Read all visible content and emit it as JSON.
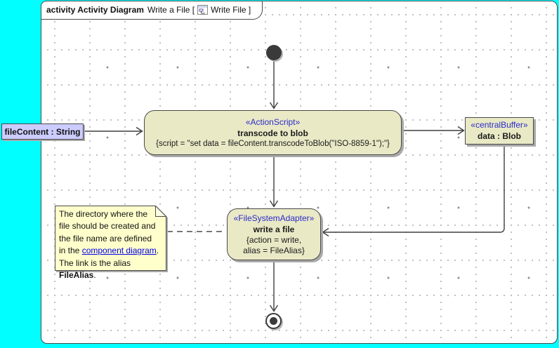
{
  "colors": {
    "canvas-bg": "#00ffff",
    "node-fill": "#e9e9c6",
    "node-border": "#4a4a4a",
    "note-fill": "#ffffcc",
    "stereotype-blue": "#2b2bc8",
    "link-blue": "#0000e6",
    "object-fill": "#ccccff",
    "connector": "#3f3f3f",
    "shadow": "#a9a9a9"
  },
  "frame": {
    "tab": {
      "heading": "activity Activity Diagram",
      "context": "Write a File [",
      "diagram_name": "Write File ]"
    }
  },
  "nodes": {
    "action": {
      "stereotype": "«ActionScript»",
      "name": "transcode to blob",
      "script": "{script = \"set data = fileContent.transcodeToBlob(\"ISO-8859-1\");\"}"
    },
    "central_buffer": {
      "stereotype": "«centralBuffer»",
      "name": "data : Blob"
    },
    "object_node": {
      "label": "fileContent : String"
    },
    "write_action": {
      "stereotype": "«FileSystemAdapter»",
      "name": "write a file",
      "constraint_line1": "{action = write,",
      "constraint_line2": "alias = FileAlias}"
    }
  },
  "note": {
    "text_start": "The directory where the file should be created and the file name are defined in the ",
    "link_text": "component diagram",
    "text_middle": ". The link is the alias ",
    "bold_text": "FileAlias",
    "text_end": "."
  }
}
